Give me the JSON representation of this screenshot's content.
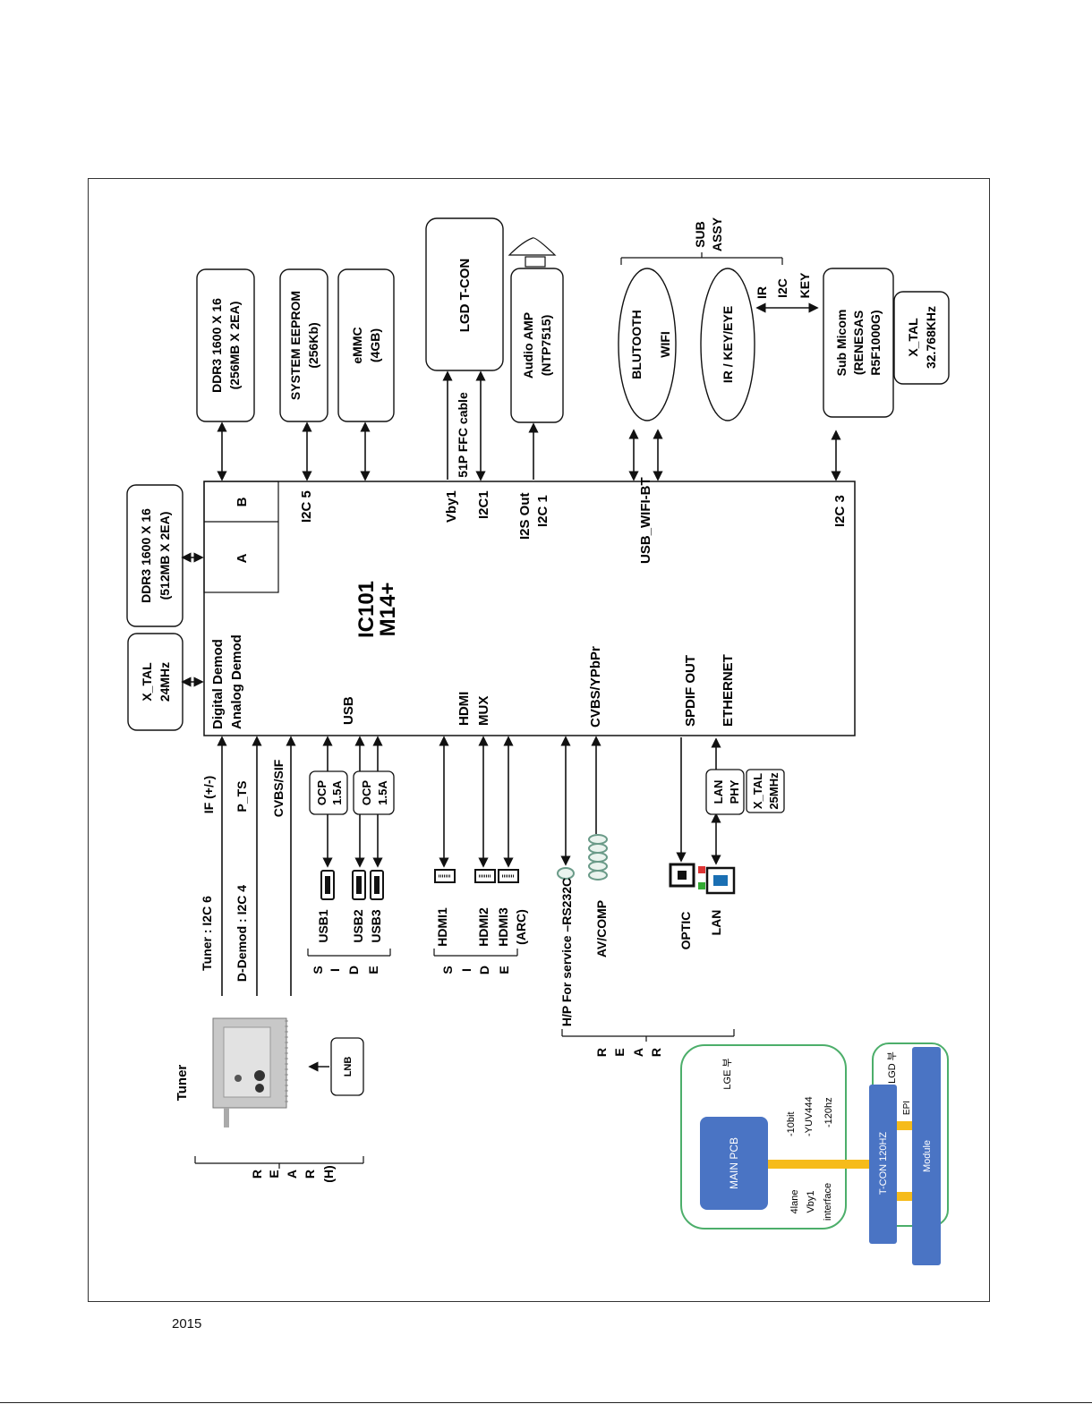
{
  "footer": {
    "year": "2015"
  },
  "soc": {
    "name": "IC101",
    "model": "M14+",
    "ddr_port_a": "A",
    "ddr_port_b": "B"
  },
  "memory": {
    "ddr_a": [
      "DDR3 1600 X 16",
      "(512MB X 2EA)"
    ],
    "ddr_b": [
      "DDR3 1600 X 16",
      "(256MB X 2EA)"
    ],
    "eeprom": [
      "SYSTEM EEPROM",
      "(256Kb)"
    ],
    "emmc": [
      "eMMC",
      "(4GB)"
    ],
    "xtal_main": [
      "X_TAL",
      "24MHz"
    ]
  },
  "modules": {
    "lgd_tcon": "LGD T-CON",
    "audio_amp": [
      "Audio AMP",
      "(NTP7515)"
    ],
    "bluetooth": "BLUTOOTH",
    "wifi": "WIFI",
    "ir_key_eye": "IR / KEY/EYE",
    "sub_micom": [
      "Sub Micom",
      "(RENESAS",
      "R5F1000G)"
    ],
    "xtal_sub": [
      "X_TAL",
      "32.768KHz"
    ],
    "sub_assy": [
      "SUB",
      "ASSY"
    ],
    "ir_i2c_key": [
      "IR",
      "I2C",
      "KEY"
    ],
    "ffc_cable": "51P FFC cable"
  },
  "soc_labels": {
    "i2c5": "I2C 5",
    "vby1": "Vby1",
    "i2c1": "I2C1",
    "i2s_out": [
      "I2S Out",
      "I2C 1"
    ],
    "usb_wifi_bt": "USB_WIFI-BT",
    "i2c3": "I2C 3",
    "demod": [
      "Digital Demod",
      "Analog Demod"
    ],
    "usb": "USB",
    "hdmi_mux": [
      "HDMI",
      "MUX"
    ],
    "cvbs_ypbpr": "CVBS/YPbPr",
    "spdif_out": "SPDIF OUT",
    "ethernet": "ETHERNET"
  },
  "signals": {
    "if": "IF (+/-)",
    "p_ts": "P_TS",
    "cvbs_sif": "CVBS/SIF",
    "tuner_i2c": "Tuner : I2C 6",
    "demod_i2c": "D-Demod : I2C 4"
  },
  "ocp": [
    [
      "OCP",
      "1.5A"
    ],
    [
      "OCP",
      "1.5A"
    ]
  ],
  "lan_phy": [
    "LAN",
    "PHY"
  ],
  "xtal_lan": [
    "X_TAL",
    "25MHz"
  ],
  "ports": {
    "usb": [
      "USB1",
      "USB2",
      "USB3"
    ],
    "hdmi": [
      "HDMI1",
      "HDMI2",
      "HDMI3",
      "(ARC)"
    ],
    "hp_service": "H/P For service –RS232C",
    "av_comp": "AV/COMP",
    "optic": "OPTIC",
    "lan": "LAN"
  },
  "side_labels": {
    "side_usb": [
      "S",
      "I",
      "D",
      "E"
    ],
    "side_hdmi": [
      "S",
      "I",
      "D",
      "E"
    ],
    "rear": [
      "R",
      "E",
      "A",
      "R"
    ],
    "rear_h": [
      "R",
      "E",
      "A",
      "R",
      "(H)"
    ]
  },
  "tuner": {
    "label": "Tuner",
    "lnb": "LNB"
  },
  "inset": {
    "lge_label": "LGE 부",
    "lgd_label": "LGD 부",
    "main_pcb": "MAIN PCB",
    "vby1_if": [
      "4lane",
      "Vby1",
      "interface"
    ],
    "spec": [
      "-10bit",
      "-YUV444",
      "-120hz"
    ],
    "tcon": "T-CON 120HZ",
    "epi": "EPI",
    "module": "Module"
  }
}
